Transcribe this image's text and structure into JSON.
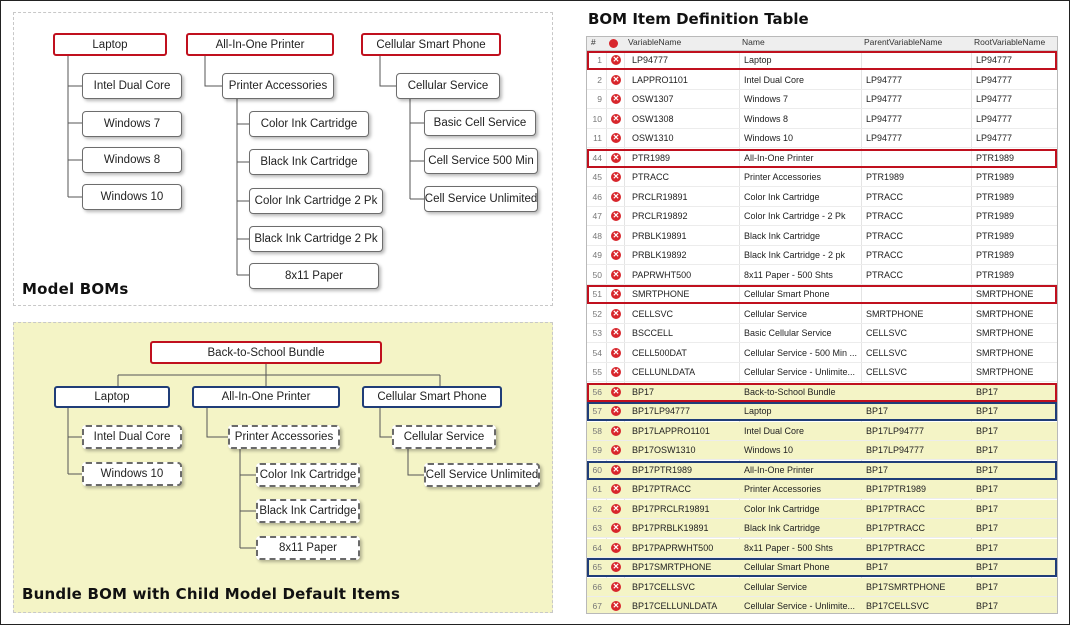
{
  "colors": {
    "red_outline": "#c0101e",
    "blue_outline": "#203d78",
    "bundle_bg": "#f4f4c6",
    "error_icon": "#d8262c"
  },
  "model_panel": {
    "title": "Model BOMs",
    "laptop": {
      "label": "Laptop",
      "children": [
        "Intel Dual Core",
        "Windows 7",
        "Windows 8",
        "Windows 10"
      ]
    },
    "printer": {
      "label": "All-In-One Printer",
      "accessories": "Printer Accessories",
      "children": [
        "Color Ink Cartridge",
        "Black Ink Cartridge",
        "Color Ink Cartridge 2 Pk",
        "Black Ink Cartridge 2 Pk",
        "8x11 Paper"
      ]
    },
    "phone": {
      "label": "Cellular Smart Phone",
      "service": "Cellular Service",
      "children": [
        "Basic Cell Service",
        "Cell Service 500 Min",
        "Cell Service Unlimited"
      ]
    }
  },
  "bundle_panel": {
    "title": "Bundle BOM with Child Model Default Items",
    "root": "Back-to-School Bundle",
    "laptop": {
      "label": "Laptop",
      "children": [
        "Intel Dual Core",
        "Windows 10"
      ]
    },
    "printer": {
      "label": "All-In-One Printer",
      "accessories": "Printer Accessories",
      "children": [
        "Color Ink Cartridge",
        "Black Ink Cartridge",
        "8x11 Paper"
      ]
    },
    "phone": {
      "label": "Cellular Smart Phone",
      "service": "Cellular Service",
      "children": [
        "Cell Service Unlimited"
      ]
    }
  },
  "table": {
    "title": "BOM Item Definition Table",
    "columns": [
      "#",
      "",
      "VariableName",
      "Name",
      "ParentVariableName",
      "RootVariableName"
    ],
    "rows": [
      {
        "num": "1",
        "var": "LP94777",
        "name": "Laptop",
        "parent": "",
        "root": "LP94777",
        "hl": "red",
        "yellow": false
      },
      {
        "num": "2",
        "var": "LAPPRO1101",
        "name": "Intel Dual Core",
        "parent": "LP94777",
        "root": "LP94777",
        "hl": "",
        "yellow": false
      },
      {
        "num": "9",
        "var": "OSW1307",
        "name": "Windows 7",
        "parent": "LP94777",
        "root": "LP94777",
        "hl": "",
        "yellow": false
      },
      {
        "num": "10",
        "var": "OSW1308",
        "name": "Windows 8",
        "parent": "LP94777",
        "root": "LP94777",
        "hl": "",
        "yellow": false
      },
      {
        "num": "11",
        "var": "OSW1310",
        "name": "Windows 10",
        "parent": "LP94777",
        "root": "LP94777",
        "hl": "",
        "yellow": false
      },
      {
        "num": "44",
        "var": "PTR1989",
        "name": "All-In-One Printer",
        "parent": "",
        "root": "PTR1989",
        "hl": "red",
        "yellow": false
      },
      {
        "num": "45",
        "var": "PTRACC",
        "name": "Printer Accessories",
        "parent": "PTR1989",
        "root": "PTR1989",
        "hl": "",
        "yellow": false
      },
      {
        "num": "46",
        "var": "PRCLR19891",
        "name": "Color Ink Cartridge",
        "parent": "PTRACC",
        "root": "PTR1989",
        "hl": "",
        "yellow": false
      },
      {
        "num": "47",
        "var": "PRCLR19892",
        "name": "Color Ink Cartridge - 2 Pk",
        "parent": "PTRACC",
        "root": "PTR1989",
        "hl": "",
        "yellow": false
      },
      {
        "num": "48",
        "var": "PRBLK19891",
        "name": "Black Ink Cartridge",
        "parent": "PTRACC",
        "root": "PTR1989",
        "hl": "",
        "yellow": false
      },
      {
        "num": "49",
        "var": "PRBLK19892",
        "name": "Black Ink Cartridge - 2 pk",
        "parent": "PTRACC",
        "root": "PTR1989",
        "hl": "",
        "yellow": false
      },
      {
        "num": "50",
        "var": "PAPRWHT500",
        "name": "8x11 Paper - 500 Shts",
        "parent": "PTRACC",
        "root": "PTR1989",
        "hl": "",
        "yellow": false
      },
      {
        "num": "51",
        "var": "SMRTPHONE",
        "name": "Cellular Smart Phone",
        "parent": "",
        "root": "SMRTPHONE",
        "hl": "red",
        "yellow": false
      },
      {
        "num": "52",
        "var": "CELLSVC",
        "name": "Cellular Service",
        "parent": "SMRTPHONE",
        "root": "SMRTPHONE",
        "hl": "",
        "yellow": false
      },
      {
        "num": "53",
        "var": "BSCCELL",
        "name": "Basic Cellular Service",
        "parent": "CELLSVC",
        "root": "SMRTPHONE",
        "hl": "",
        "yellow": false
      },
      {
        "num": "54",
        "var": "CELL500DAT",
        "name": "Cellular Service - 500 Min ...",
        "parent": "CELLSVC",
        "root": "SMRTPHONE",
        "hl": "",
        "yellow": false
      },
      {
        "num": "55",
        "var": "CELLUNLDATA",
        "name": "Cellular Service - Unlimite...",
        "parent": "CELLSVC",
        "root": "SMRTPHONE",
        "hl": "",
        "yellow": false
      },
      {
        "num": "56",
        "var": "BP17",
        "name": "Back-to-School Bundle",
        "parent": "",
        "root": "BP17",
        "hl": "red",
        "yellow": true
      },
      {
        "num": "57",
        "var": "BP17LP94777",
        "name": "Laptop",
        "parent": "BP17",
        "root": "BP17",
        "hl": "blue",
        "yellow": true
      },
      {
        "num": "58",
        "var": "BP17LAPPRO1101",
        "name": "Intel Dual Core",
        "parent": "BP17LP94777",
        "root": "BP17",
        "hl": "",
        "yellow": true
      },
      {
        "num": "59",
        "var": "BP17OSW1310",
        "name": "Windows 10",
        "parent": "BP17LP94777",
        "root": "BP17",
        "hl": "",
        "yellow": true
      },
      {
        "num": "60",
        "var": "BP17PTR1989",
        "name": "All-In-One Printer",
        "parent": "BP17",
        "root": "BP17",
        "hl": "blue",
        "yellow": true
      },
      {
        "num": "61",
        "var": "BP17PTRACC",
        "name": "Printer Accessories",
        "parent": "BP17PTR1989",
        "root": "BP17",
        "hl": "",
        "yellow": true
      },
      {
        "num": "62",
        "var": "BP17PRCLR19891",
        "name": "Color Ink Cartridge",
        "parent": "BP17PTRACC",
        "root": "BP17",
        "hl": "",
        "yellow": true
      },
      {
        "num": "63",
        "var": "BP17PRBLK19891",
        "name": "Black Ink Cartridge",
        "parent": "BP17PTRACC",
        "root": "BP17",
        "hl": "",
        "yellow": true
      },
      {
        "num": "64",
        "var": "BP17PAPRWHT500",
        "name": "8x11 Paper - 500 Shts",
        "parent": "BP17PTRACC",
        "root": "BP17",
        "hl": "",
        "yellow": true
      },
      {
        "num": "65",
        "var": "BP17SMRTPHONE",
        "name": "Cellular Smart Phone",
        "parent": "BP17",
        "root": "BP17",
        "hl": "blue",
        "yellow": true
      },
      {
        "num": "66",
        "var": "BP17CELLSVC",
        "name": "Cellular Service",
        "parent": "BP17SMRTPHONE",
        "root": "BP17",
        "hl": "",
        "yellow": true
      },
      {
        "num": "67",
        "var": "BP17CELLUNLDATA",
        "name": "Cellular Service - Unlimite...",
        "parent": "BP17CELLSVC",
        "root": "BP17",
        "hl": "",
        "yellow": true
      }
    ]
  }
}
